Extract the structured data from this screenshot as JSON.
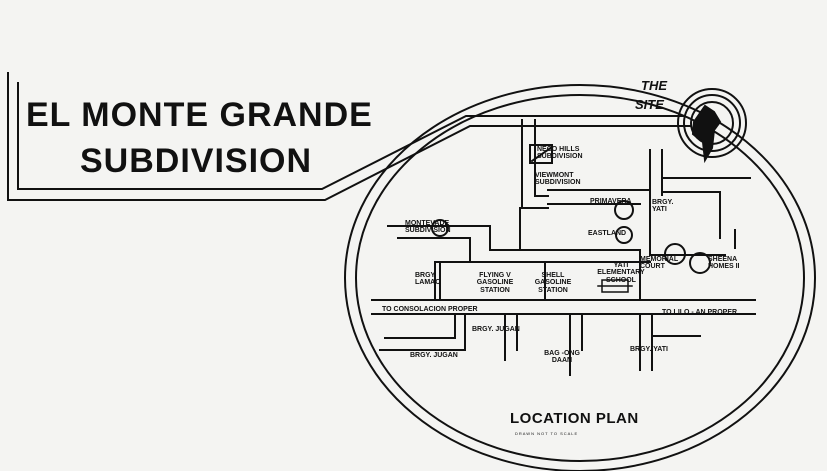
{
  "title": {
    "line1": "EL MONTE GRANDE",
    "line2": "SUBDIVISION"
  },
  "site": {
    "line1": "THE",
    "line2": "SITE"
  },
  "labels": {
    "neco_hills": "NECO HILLS SUBDIVISION",
    "viewmont": "VIEWMONT SUBDIVISION",
    "montevade": "MONTEVADE SUBDIVISION",
    "primavera": "PRIMAVERA",
    "brgy_yati_top": "BRGY. YATI",
    "eastland": "EASTLAND",
    "brgy_lamac": "BRGY. LAMAC",
    "flying_v": "FLYING V GASOLINE STATION",
    "shell": "SHELL GASOLINE STATION",
    "yati_school": "YATI ELEMENTARY SCHOOL",
    "memorial_court": "MEMORIAL COURT",
    "sheena_homes": "SHEENA HOMES II",
    "to_consolacion": "TO CONSOLACION PROPER",
    "to_liloan": "TO LILO - AN PROPER",
    "brgy_jugan_right": "BRGY. JUGAN",
    "brgy_jugan_left": "BRGY. JUGAN",
    "bagong_daan": "BAG -ONG DAAN",
    "brgy_yati_bottom": "BRGY. YATI"
  },
  "footer": {
    "title": "LOCATION PLAN",
    "subtitle": "DRAWN NOT TO SCALE"
  },
  "colors": {
    "ink": "#111111",
    "paper": "#f4f4f2"
  }
}
